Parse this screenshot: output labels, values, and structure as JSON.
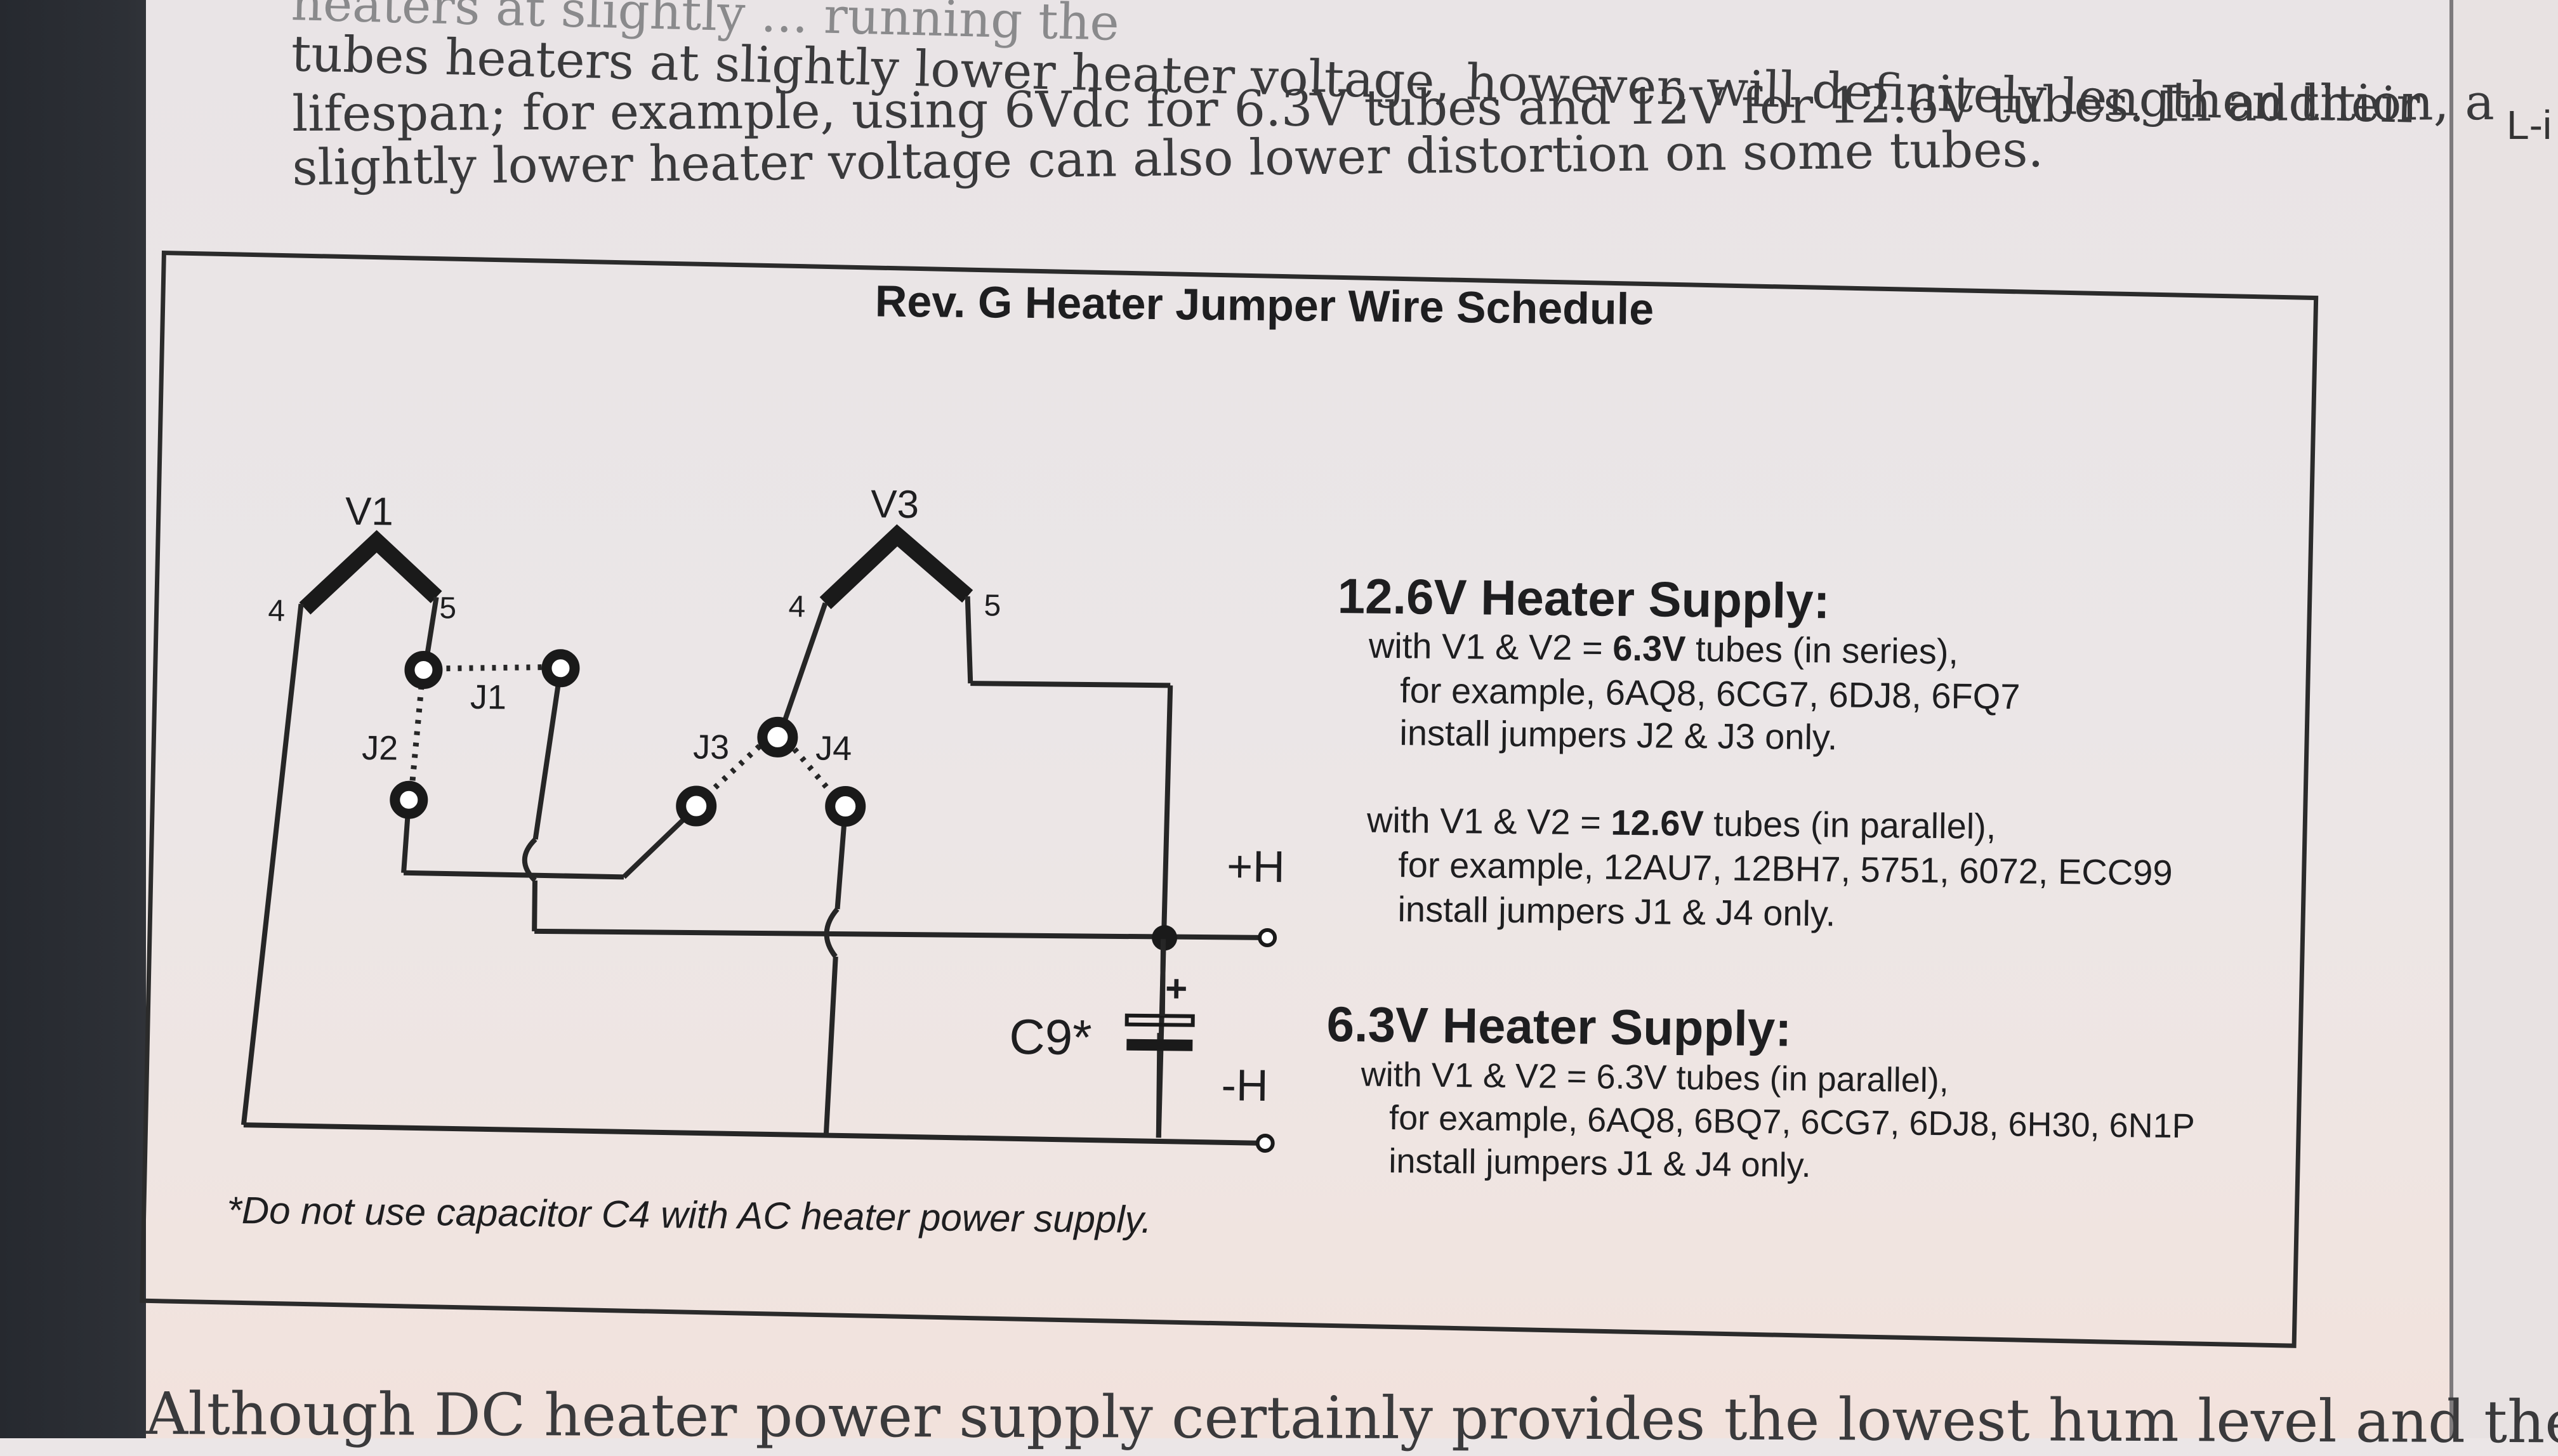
{
  "prose_top": [
    "heaters at slightly ... running the",
    "tubes heaters at slightly lower heater voltage, however, will definitely lengthen their",
    "lifespan; for example, using 6Vdc for 6.3V tubes and 12V for 12.6V tubes. In addition, a",
    "slightly lower heater voltage can also lower distortion on some tubes."
  ],
  "prose_bottom": "Although DC heater power supply certainly provides the lowest hum level and the",
  "side_label": "L-i",
  "diagram": {
    "title": "Rev. G Heater Jumper Wire Schedule",
    "labels": {
      "v1": "V1",
      "v3": "V3",
      "pin4_v1": "4",
      "pin5_v1": "5",
      "pin4_v3": "4",
      "pin5_v3": "5",
      "j1": "J1",
      "j2": "J2",
      "j3": "J3",
      "j4": "J4",
      "plus_h": "+H",
      "minus_h": "-H",
      "cap": "C9*",
      "cap_plus": "+"
    },
    "footnote": "*Do not use capacitor C4 with AC heater power supply."
  },
  "supply_12v": {
    "heading": "12.6V Heater Supply:",
    "series_a": "with V1 & V2 = ",
    "series_b": "6.3V",
    "series_c": " tubes (in series),",
    "series_example": "for example, 6AQ8, 6CG7, 6DJ8, 6FQ7",
    "series_install": "install jumpers J2 & J3 only.",
    "parallel_a": "with V1 & V2 = ",
    "parallel_b": "12.6V",
    "parallel_c": " tubes (in parallel),",
    "parallel_example": "for example, 12AU7, 12BH7, 5751, 6072, ECC99",
    "parallel_install": "install jumpers J1 & J4 only."
  },
  "supply_6v": {
    "heading": "6.3V Heater Supply:",
    "line1": "with V1 & V2 = 6.3V tubes (in parallel),",
    "line2": "for example, 6AQ8, 6BQ7, 6CG7, 6DJ8, 6H30, 6N1P",
    "line3": "install jumpers J1 & J4 only."
  }
}
